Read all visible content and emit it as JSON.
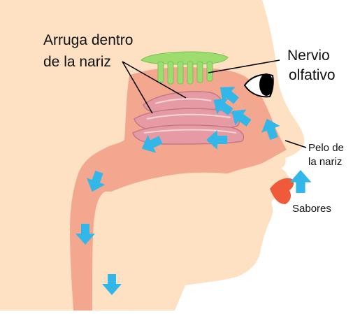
{
  "diagram": {
    "labels": {
      "wrinkle_line1": "Arruga dentro",
      "wrinkle_line2": "de la nariz",
      "nerve_line1": "Nervio",
      "nerve_line2": "olfativo",
      "hair_line1": "Pelo de",
      "hair_line2": "la nariz",
      "flavors": "Sabores"
    },
    "colors": {
      "skin": "#fde1c2",
      "cavity": "#f4a78f",
      "turbinate": "#e69aa4",
      "nerve": "#9ddc6f",
      "arrow": "#33b6e8",
      "lips": "#ef5a3a"
    }
  }
}
